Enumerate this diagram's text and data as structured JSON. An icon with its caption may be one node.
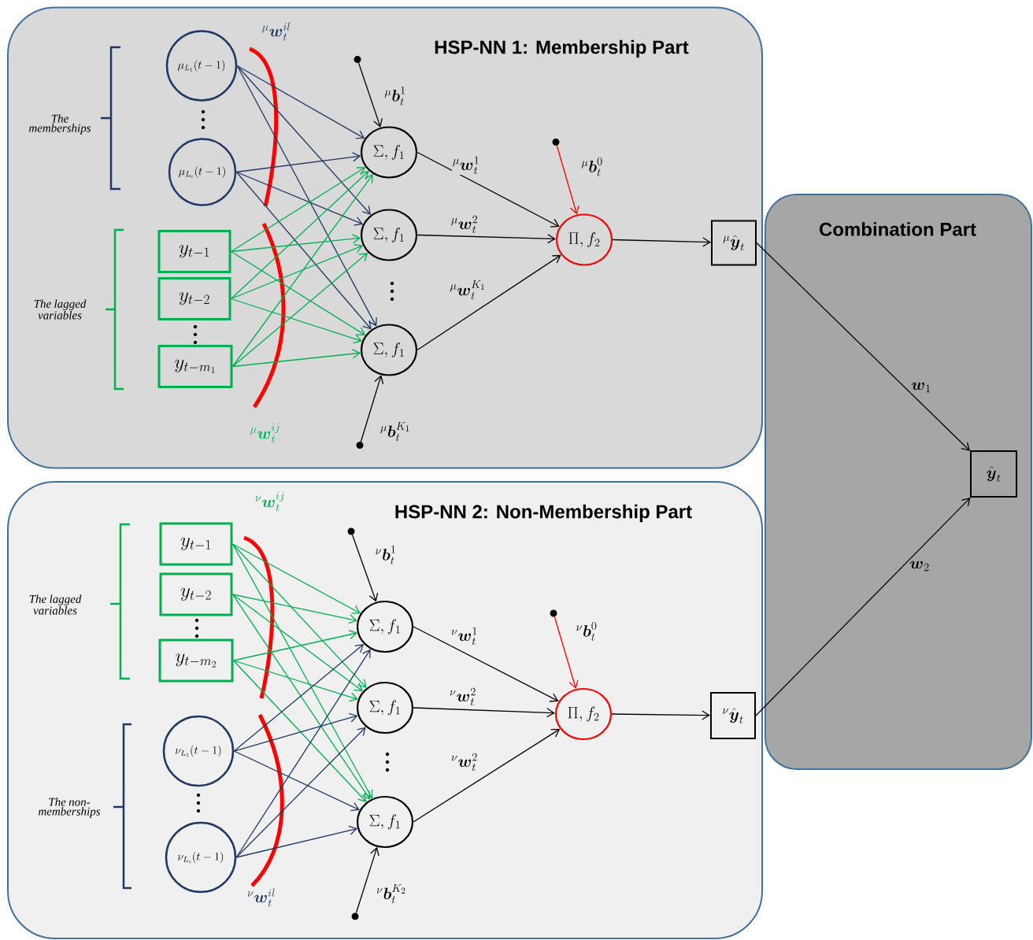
{
  "diagram": {
    "nodes": [
      {
        "text": [
          "HSP-NN 1: Membership Part"
        ]
      },
      {
        "text": [
          "\\mu_{L_1}(t-1)"
        ],
        "in": 0
      },
      {
        "text": [
          "\\mu_{L_c}(t-1)"
        ],
        "in": 0
      },
      {
        "text": [
          "y_{t-1}"
        ],
        "in": 0
      },
      {
        "text": [
          "y_{t-2}"
        ],
        "in": 0
      },
      {
        "text": [
          "y_{t-m_1}"
        ],
        "in": 0
      },
      {
        "text": [
          "\\Sigma, f_1"
        ],
        "in": 0
      },
      {
        "text": [
          "\\Sigma, f_1"
        ],
        "in": 0
      },
      {
        "text": [
          "\\Sigma, f_1"
        ],
        "in": 0
      },
      {
        "text": [
          "\\Pi, f_2"
        ],
        "in": 0
      },
      {
        "text": [
          "{}^{\\mu}\\hat{\\boldsymbol{y}}_t"
        ],
        "in": 0
      },
      {
        "text": [],
        "shape": "circle",
        "in": 0
      },
      {
        "text": [],
        "shape": "circle",
        "in": 0
      },
      {
        "text": [],
        "shape": "circle",
        "in": 0
      },
      {
        "text": [
          "HSP-NN 2: Non-Membership Part"
        ]
      },
      {
        "text": [
          "y_{t-1}"
        ],
        "in": 14
      },
      {
        "text": [
          "y_{t-2}"
        ],
        "in": 14
      },
      {
        "text": [
          "y_{t-m_2}"
        ],
        "in": 14
      },
      {
        "text": [
          "\\nu_{L_1}(t-1)"
        ],
        "in": 14
      },
      {
        "text": [
          "\\nu_{L_c}(t-1)"
        ],
        "in": 14
      },
      {
        "text": [
          "\\Sigma, f_1"
        ],
        "in": 14
      },
      {
        "text": [
          "\\Sigma, f_1"
        ],
        "in": 14
      },
      {
        "text": [
          "\\Sigma, f_1"
        ],
        "in": 14
      },
      {
        "text": [
          "\\Pi, f_2"
        ],
        "in": 14
      },
      {
        "text": [
          "{}^{\\nu}\\hat{\\boldsymbol{y}}_t"
        ],
        "in": 14
      },
      {
        "text": [],
        "shape": "circle",
        "in": 14
      },
      {
        "text": [],
        "shape": "circle",
        "in": 14
      },
      {
        "text": [],
        "shape": "circle",
        "in": 14
      },
      {
        "text": [
          "Combination Part"
        ]
      },
      {
        "text": [
          "\\hat{\\boldsymbol{y}}_t"
        ],
        "in": 28
      }
    ],
    "edges": [
      {
        "from": 1,
        "to": 6,
        "arrow": "to",
        "color": "#1f3864"
      },
      {
        "from": 1,
        "to": 7,
        "arrow": "to",
        "color": "#1f3864"
      },
      {
        "from": 1,
        "to": 8,
        "arrow": "to",
        "color": "#1f3864"
      },
      {
        "from": 2,
        "to": 6,
        "arrow": "to",
        "color": "#1f3864"
      },
      {
        "from": 2,
        "to": 7,
        "arrow": "to",
        "color": "#1f3864"
      },
      {
        "from": 2,
        "to": 8,
        "arrow": "to",
        "color": "#1f3864"
      },
      {
        "from": 3,
        "to": 6,
        "arrow": "to",
        "color": "#00b050"
      },
      {
        "from": 3,
        "to": 7,
        "arrow": "to",
        "color": "#00b050"
      },
      {
        "from": 3,
        "to": 8,
        "arrow": "to",
        "color": "#00b050"
      },
      {
        "from": 4,
        "to": 6,
        "arrow": "to",
        "color": "#00b050"
      },
      {
        "from": 4,
        "to": 7,
        "arrow": "to",
        "color": "#00b050"
      },
      {
        "from": 4,
        "to": 8,
        "arrow": "to",
        "color": "#00b050"
      },
      {
        "from": 5,
        "to": 6,
        "arrow": "to",
        "color": "#00b050"
      },
      {
        "from": 5,
        "to": 7,
        "arrow": "to",
        "color": "#00b050"
      },
      {
        "from": 5,
        "to": 8,
        "arrow": "to",
        "color": "#00b050"
      },
      {
        "from": 11,
        "to": 6,
        "arrow": "to",
        "label": "{}^{\\mu}\\boldsymbol{b}_t^{1}",
        "color": "#000000"
      },
      {
        "from": 12,
        "to": 9,
        "arrow": "to",
        "label": "{}^{\\mu}\\boldsymbol{b}_t^{0}",
        "color": "#ff0000"
      },
      {
        "from": 13,
        "to": 8,
        "arrow": "to",
        "label": "{}^{\\mu}\\boldsymbol{b}_t^{K_1}",
        "color": "#000000"
      },
      {
        "from": 6,
        "to": 9,
        "arrow": "to",
        "label": "{}^{\\mu}\\boldsymbol{w}_t^{1}",
        "color": "#000000"
      },
      {
        "from": 7,
        "to": 9,
        "arrow": "to",
        "label": "{}^{\\mu}\\boldsymbol{w}_t^{2}",
        "color": "#000000"
      },
      {
        "from": 8,
        "to": 9,
        "arrow": "to",
        "label": "{}^{\\mu}\\boldsymbol{w}_t^{K_1}",
        "color": "#000000"
      },
      {
        "from": 9,
        "to": 10,
        "arrow": "to",
        "color": "#000000"
      },
      {
        "from": 15,
        "to": 20,
        "arrow": "to",
        "color": "#00b050"
      },
      {
        "from": 15,
        "to": 21,
        "arrow": "to",
        "color": "#00b050"
      },
      {
        "from": 15,
        "to": 22,
        "arrow": "to",
        "color": "#00b050"
      },
      {
        "from": 16,
        "to": 20,
        "arrow": "to",
        "color": "#00b050"
      },
      {
        "from": 16,
        "to": 21,
        "arrow": "to",
        "color": "#00b050"
      },
      {
        "from": 16,
        "to": 22,
        "arrow": "to",
        "color": "#00b050"
      },
      {
        "from": 17,
        "to": 20,
        "arrow": "to",
        "color": "#00b050"
      },
      {
        "from": 17,
        "to": 21,
        "arrow": "to",
        "color": "#00b050"
      },
      {
        "from": 17,
        "to": 22,
        "arrow": "to",
        "color": "#00b050"
      },
      {
        "from": 18,
        "to": 20,
        "arrow": "to",
        "color": "#1f3864"
      },
      {
        "from": 18,
        "to": 21,
        "arrow": "to",
        "color": "#1f3864"
      },
      {
        "from": 18,
        "to": 22,
        "arrow": "to",
        "color": "#1f3864"
      },
      {
        "from": 19,
        "to": 20,
        "arrow": "to",
        "color": "#1f3864"
      },
      {
        "from": 19,
        "to": 21,
        "arrow": "to",
        "color": "#1f3864"
      },
      {
        "from": 19,
        "to": 22,
        "arrow": "to",
        "color": "#1f3864"
      },
      {
        "from": 25,
        "to": 20,
        "arrow": "to",
        "label": "{}^{\\nu}\\boldsymbol{b}_t^{1}",
        "color": "#000000"
      },
      {
        "from": 26,
        "to": 23,
        "arrow": "to",
        "label": "{}^{\\nu}\\boldsymbol{b}_t^{0}",
        "color": "#ff0000"
      },
      {
        "from": 27,
        "to": 22,
        "arrow": "to",
        "label": "{}^{\\nu}\\boldsymbol{b}_t^{K_2}",
        "color": "#000000"
      },
      {
        "from": 20,
        "to": 23,
        "arrow": "to",
        "label": "{}^{\\nu}\\boldsymbol{w}_t^{1}",
        "color": "#000000"
      },
      {
        "from": 21,
        "to": 23,
        "arrow": "to",
        "label": "{}^{\\nu}\\boldsymbol{w}_t^{2}",
        "color": "#000000"
      },
      {
        "from": 22,
        "to": 23,
        "arrow": "to",
        "label": "{}^{\\nu}\\boldsymbol{w}_t^{2}",
        "color": "#000000"
      },
      {
        "from": 23,
        "to": 24,
        "arrow": "to",
        "color": "#000000"
      },
      {
        "from": 10,
        "to": 29,
        "arrow": "to",
        "label": "\\boldsymbol{w}_1",
        "color": "#000000"
      },
      {
        "from": 24,
        "to": 29,
        "arrow": "to",
        "label": "\\boldsymbol{w}_2",
        "color": "#000000"
      }
    ],
    "labels": [
      "{}^{\\mu}\\boldsymbol{w}_t^{il}",
      "The memberships",
      "The lagged variables",
      "{}^{\\mu}\\boldsymbol{w}_t^{ij}",
      "{}^{\\nu}\\boldsymbol{w}_t^{ij}",
      "The lagged variables",
      "The non-memberships",
      "{}^{\\nu}\\boldsymbol{w}_t^{il}"
    ]
  }
}
